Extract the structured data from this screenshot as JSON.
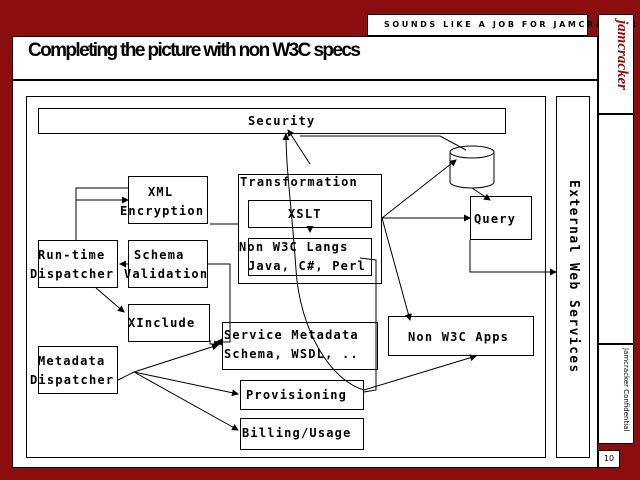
{
  "header": {
    "tagline": "SOUNDS LIKE A JOB FOR JAMCRACKER",
    "title": "Completing the picture with non W3C specs"
  },
  "logo": {
    "text": "jamcracker"
  },
  "footer": {
    "confidential": "Jamcracker Confidential",
    "page_number": "10"
  },
  "colors": {
    "background": "#8b0d0d",
    "panel": "#ffffff",
    "ink": "#000000"
  },
  "diagram": {
    "security": "Security",
    "xml_encryption": [
      "XML",
      "Encryption"
    ],
    "transformation": "Transformation",
    "xslt": "XSLT",
    "non_w3c_langs": [
      "Non W3C Langs",
      "Java, C#, Perl"
    ],
    "query": "Query",
    "runtime_dispatcher": [
      "Run-time",
      "Dispatcher"
    ],
    "schema_validation": [
      "Schema",
      "Validation"
    ],
    "xinclude": "XInclude",
    "service_metadata": [
      "Service Metadata",
      "Schema, WSDL, .."
    ],
    "non_w3c_apps": "Non W3C Apps",
    "metadata_dispatcher": [
      "Metadata",
      "Dispatcher"
    ],
    "provisioning": "Provisioning",
    "billing_usage": "Billing/Usage",
    "external_web_services": "External Web Services",
    "database_icon": "database-cylinder"
  }
}
